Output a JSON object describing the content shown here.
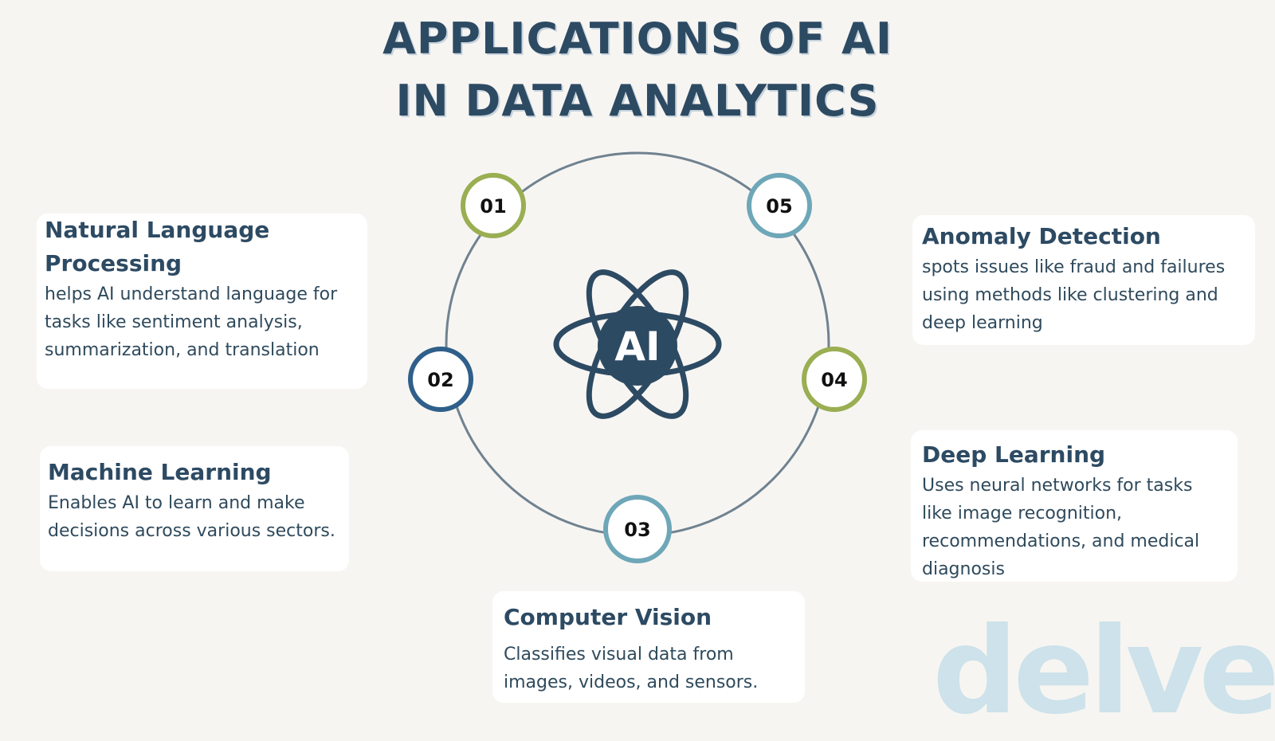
{
  "title": {
    "line1": "APPLICATIONS OF AI",
    "line2": "IN DATA ANALYTICS"
  },
  "center": {
    "label": "AI"
  },
  "steps": [
    {
      "num": "01",
      "color": "#9aae52"
    },
    {
      "num": "02",
      "color": "#2f5f8a"
    },
    {
      "num": "03",
      "color": "#6ea7b8"
    },
    {
      "num": "04",
      "color": "#9aae52"
    },
    {
      "num": "05",
      "color": "#6ea7b8"
    }
  ],
  "cards": {
    "nlp": {
      "title": "Natural Language Processing",
      "text": "helps AI understand language for tasks like sentiment analysis, summarization, and translation"
    },
    "ml": {
      "title": "Machine Learning",
      "text": "Enables AI to learn and make decisions across various sectors."
    },
    "cv": {
      "title": "Computer Vision",
      "text": "Classifies visual data from images, videos, and sensors."
    },
    "ad": {
      "title": "Anomaly Detection",
      "text": "spots issues like fraud and failures using methods like clustering and deep learning"
    },
    "dl": {
      "title": "Deep Learning",
      "text": "Uses neural networks for tasks like image recognition, recommendations, and medical diagnosis"
    }
  },
  "logo": {
    "text": "delve"
  },
  "colors": {
    "navy": "#2d4a63",
    "ring": "#6f8290",
    "olive": "#9aae52",
    "teal": "#6ea7b8",
    "blue": "#2f5f8a",
    "logo": "#cde2ea"
  }
}
